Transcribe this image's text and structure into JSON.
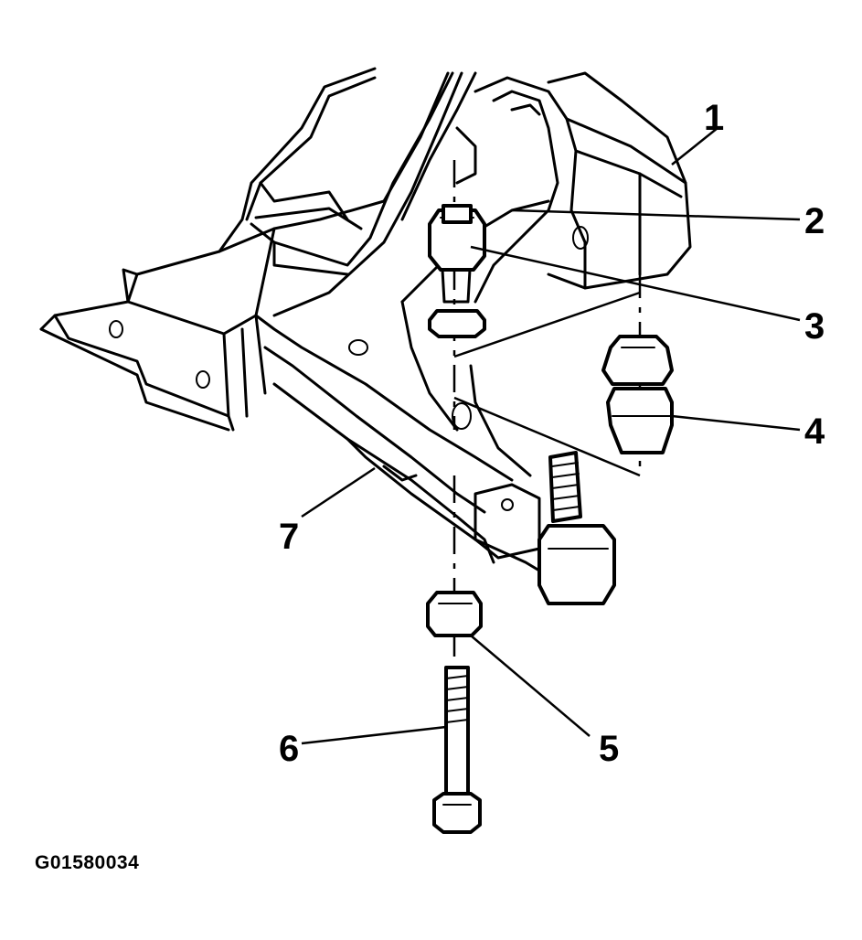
{
  "figure_id": "G01580034",
  "callouts": [
    {
      "id": "c1",
      "label": "1"
    },
    {
      "id": "c2",
      "label": "2"
    },
    {
      "id": "c3",
      "label": "3"
    },
    {
      "id": "c4",
      "label": "4"
    },
    {
      "id": "c5",
      "label": "5"
    },
    {
      "id": "c6",
      "label": "6"
    },
    {
      "id": "c7",
      "label": "7"
    }
  ],
  "colors": {
    "ink": "#000000",
    "paper": "#ffffff"
  }
}
